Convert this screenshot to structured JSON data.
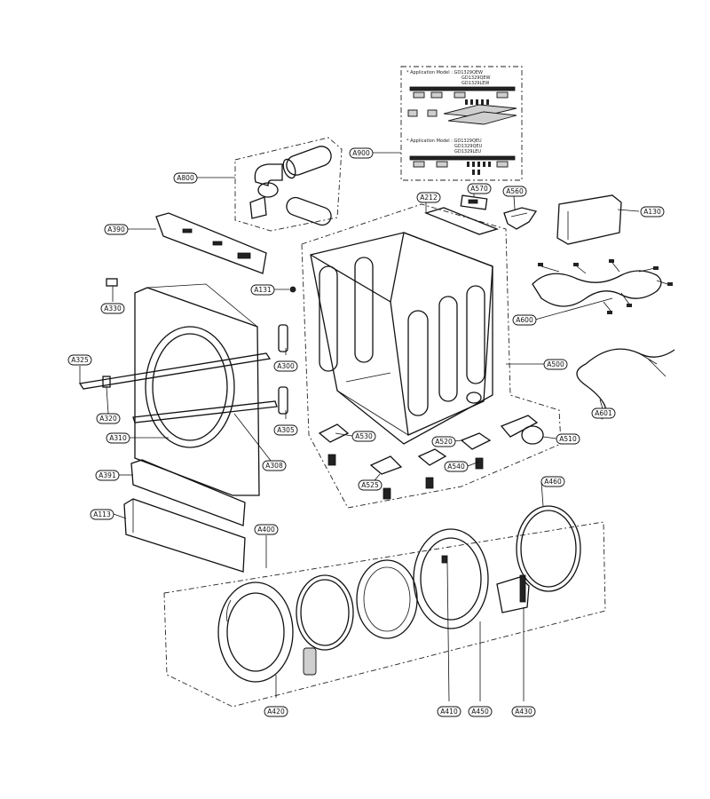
{
  "labels": {
    "A800": "A800",
    "A390": "A390",
    "A330": "A330",
    "A325": "A325",
    "A320": "A320",
    "A310": "A310",
    "A391": "A391",
    "A113": "A113",
    "A400": "A400",
    "A420": "A420",
    "A410": "A410",
    "A450": "A450",
    "A430": "A430",
    "A460": "A460",
    "A300": "A300",
    "A305": "A305",
    "A308": "A308",
    "A131": "A131",
    "A212": "A212",
    "A570": "A570",
    "A560": "A560",
    "A130": "A130",
    "A600": "A600",
    "A601": "A601",
    "A500": "A500",
    "A510": "A510",
    "A520": "A520",
    "A530": "A530",
    "A540": "A540",
    "A525": "A525",
    "A900": "A900"
  },
  "application_notes": {
    "group1_title": "* Application Model : GD1329QEW",
    "group1_models": [
      "GD1329QEW",
      "GD1329LEW"
    ],
    "group2_title": "* Application Model : GD1329QEU",
    "group2_models": [
      "GD1329QEU",
      "GD1329LEU"
    ]
  }
}
